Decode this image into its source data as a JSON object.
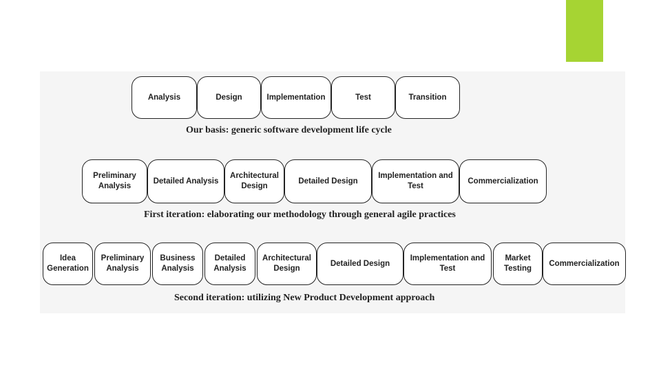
{
  "accent_color": "#a6d433",
  "rows": [
    {
      "caption": "Our basis: generic software development life cycle",
      "stages": [
        "Analysis",
        "Design",
        "Implementation",
        "Test",
        "Transition"
      ]
    },
    {
      "caption": "First iteration: elaborating our methodology through general agile practices",
      "stages": [
        "Preliminary\nAnalysis",
        "Detailed Analysis",
        "Architectural\nDesign",
        "Detailed Design",
        "Implementation and\nTest",
        "Commercialization"
      ]
    },
    {
      "caption": "Second iteration: utilizing New Product Development approach",
      "stages": [
        "Idea\nGeneration",
        "Preliminary\nAnalysis",
        "Business\nAnalysis",
        "Detailed\nAnalysis",
        "Architectural\nDesign",
        "Detailed Design",
        "Implementation and\nTest",
        "Market\nTesting",
        "Commercialization"
      ]
    }
  ]
}
